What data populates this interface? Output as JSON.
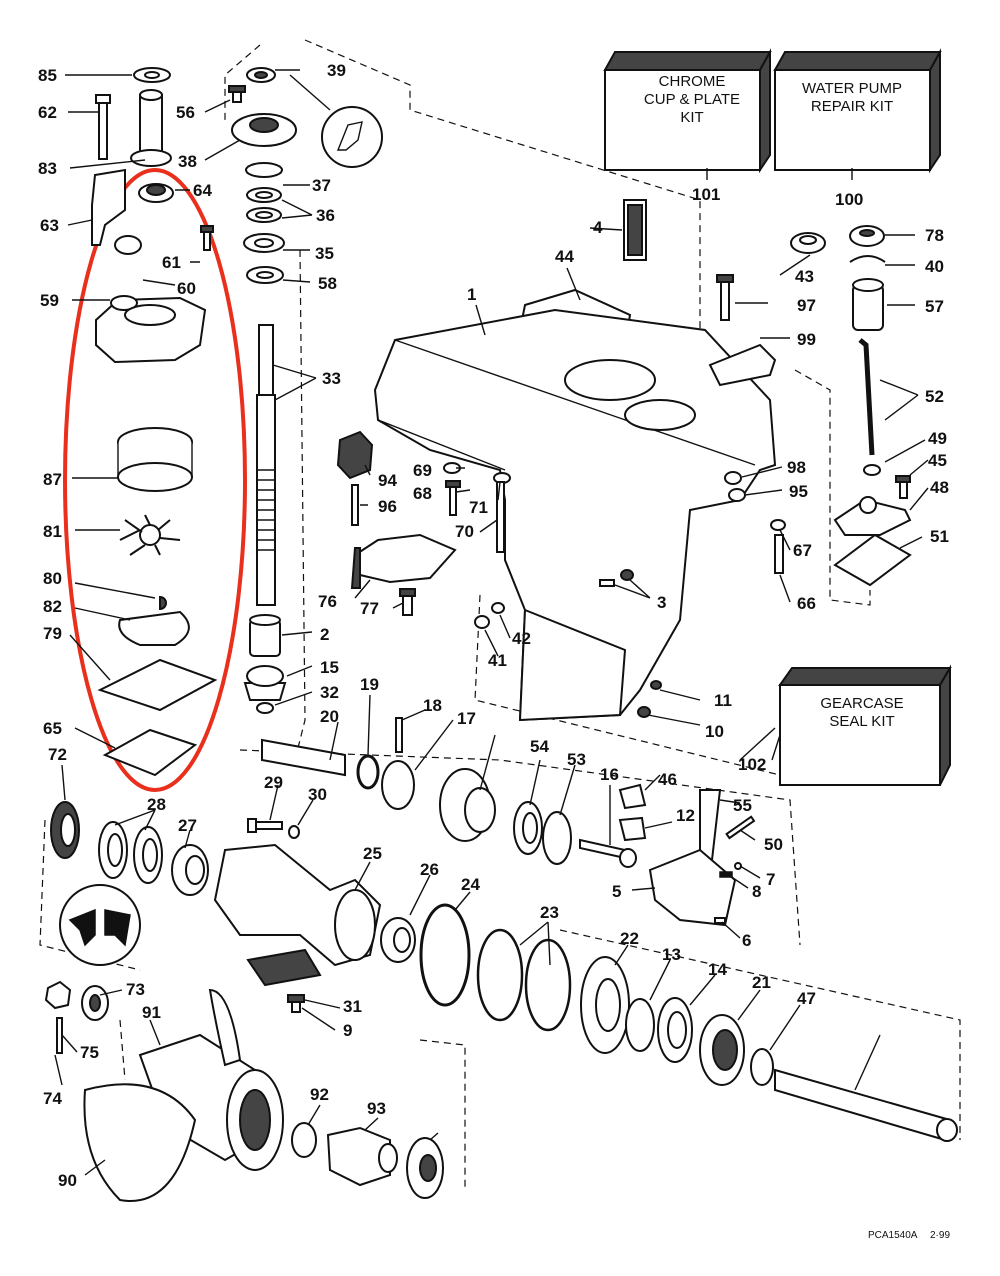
{
  "diagram": {
    "doc_code": "PCA1540A",
    "doc_date": "2·99",
    "highlight_color": "#e8301c",
    "kits": [
      {
        "id": "k101",
        "line1": "CHROME",
        "line2": "CUP & PLATE",
        "line3": "KIT",
        "number": "101"
      },
      {
        "id": "k100",
        "line1": "WATER PUMP",
        "line2": "REPAIR KIT",
        "line3": "",
        "number": "100"
      },
      {
        "id": "k102",
        "line1": "GEARCASE",
        "line2": "SEAL KIT",
        "line3": "",
        "number": "102"
      }
    ],
    "callouts": [
      "85",
      "62",
      "83",
      "63",
      "56",
      "39",
      "38",
      "37",
      "36",
      "35",
      "58",
      "64",
      "61",
      "60",
      "59",
      "87",
      "81",
      "80",
      "82",
      "79",
      "65",
      "72",
      "28",
      "27",
      "33",
      "2",
      "15",
      "32",
      "20",
      "19",
      "18",
      "17",
      "29",
      "30",
      "25",
      "26",
      "24",
      "23",
      "22",
      "13",
      "14",
      "21",
      "47",
      "31",
      "9",
      "73",
      "91",
      "75",
      "74",
      "90",
      "92",
      "93",
      "4",
      "44",
      "1",
      "43",
      "78",
      "40",
      "97",
      "57",
      "99",
      "52",
      "94",
      "69",
      "68",
      "71",
      "96",
      "70",
      "98",
      "95",
      "49",
      "45",
      "48",
      "67",
      "51",
      "76",
      "77",
      "3",
      "66",
      "42",
      "41",
      "11",
      "10",
      "54",
      "53",
      "16",
      "46",
      "12",
      "55",
      "50",
      "7",
      "8",
      "5",
      "6"
    ]
  }
}
